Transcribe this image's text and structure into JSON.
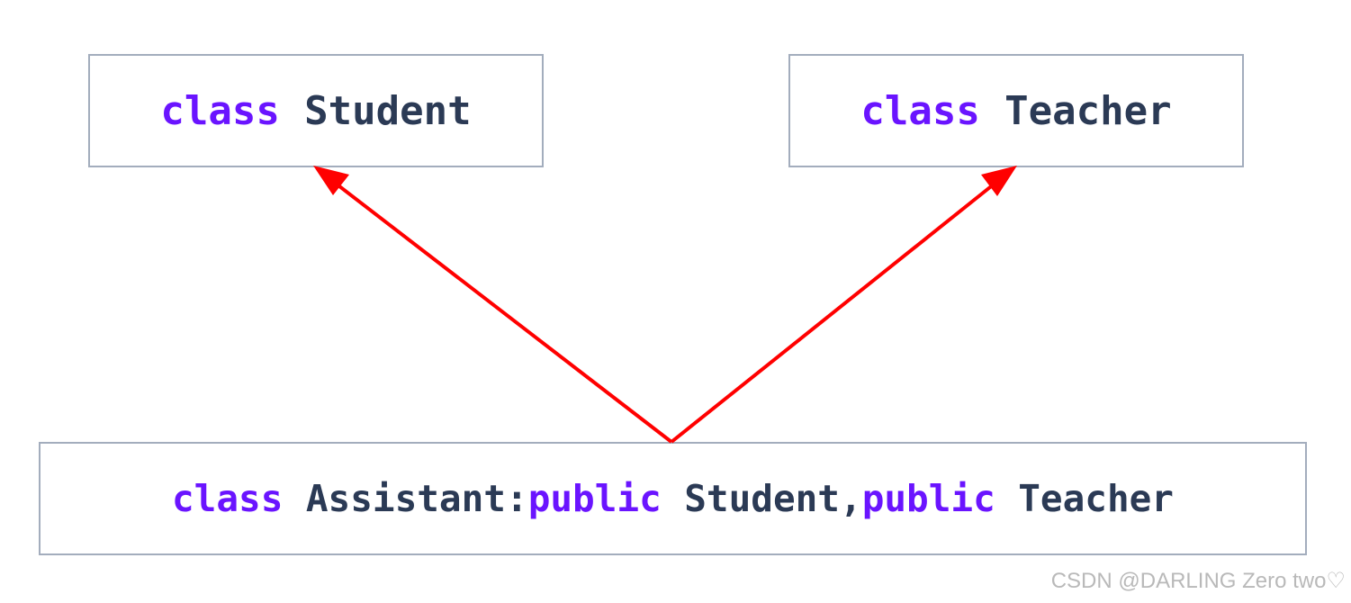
{
  "colors": {
    "keyword": "#6a14ff",
    "identifier": "#2b3a55",
    "box_border": "#a3adbd",
    "arrow": "#ff0000",
    "watermark": "#b9b9b9"
  },
  "nodes": {
    "student": {
      "kw": "class",
      "name": "Student"
    },
    "teacher": {
      "kw": "class",
      "name": "Teacher"
    },
    "assistant": {
      "kw1": "class",
      "name": "Assistant",
      "sep1": ":",
      "kw2": "public",
      "base1": "Student",
      "sep2": ",",
      "kw3": "public",
      "base2": "Teacher"
    }
  },
  "edges": [
    {
      "from": "assistant",
      "to": "student"
    },
    {
      "from": "assistant",
      "to": "teacher"
    }
  ],
  "watermark": "CSDN @DARLING Zero two♡"
}
